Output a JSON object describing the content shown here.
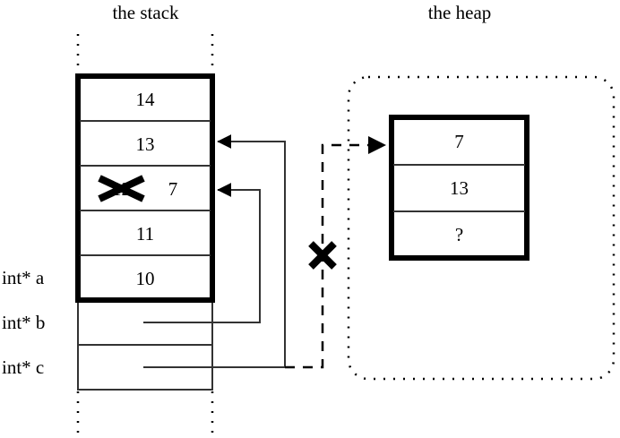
{
  "diagram": {
    "headings": {
      "stack": "the stack",
      "heap": "the heap"
    },
    "stack": {
      "variables": [
        {
          "name": "int* a",
          "label": "int* a"
        },
        {
          "name": "int* b",
          "label": "int* b"
        },
        {
          "name": "int* c",
          "label": "int* c"
        }
      ],
      "cells": [
        {
          "value": "14",
          "struck": false,
          "new_value": ""
        },
        {
          "value": "13",
          "struck": false,
          "new_value": ""
        },
        {
          "value": "12",
          "struck": true,
          "new_value": "7"
        },
        {
          "value": "11",
          "struck": false,
          "new_value": ""
        },
        {
          "value": "10",
          "struck": false,
          "new_value": ""
        }
      ],
      "pointer_cells": [
        {
          "owner": "int* b",
          "value": ""
        },
        {
          "owner": "int* c",
          "value": ""
        }
      ]
    },
    "heap": {
      "cells": [
        {
          "value": "7"
        },
        {
          "value": "13"
        },
        {
          "value": "?"
        }
      ]
    },
    "annotations": {
      "deleted_pointer_mark": "X",
      "struck_value_mark": "X"
    },
    "colors": {
      "ink": "#000000",
      "background": "#ffffff",
      "thin_line": "#333333"
    }
  }
}
